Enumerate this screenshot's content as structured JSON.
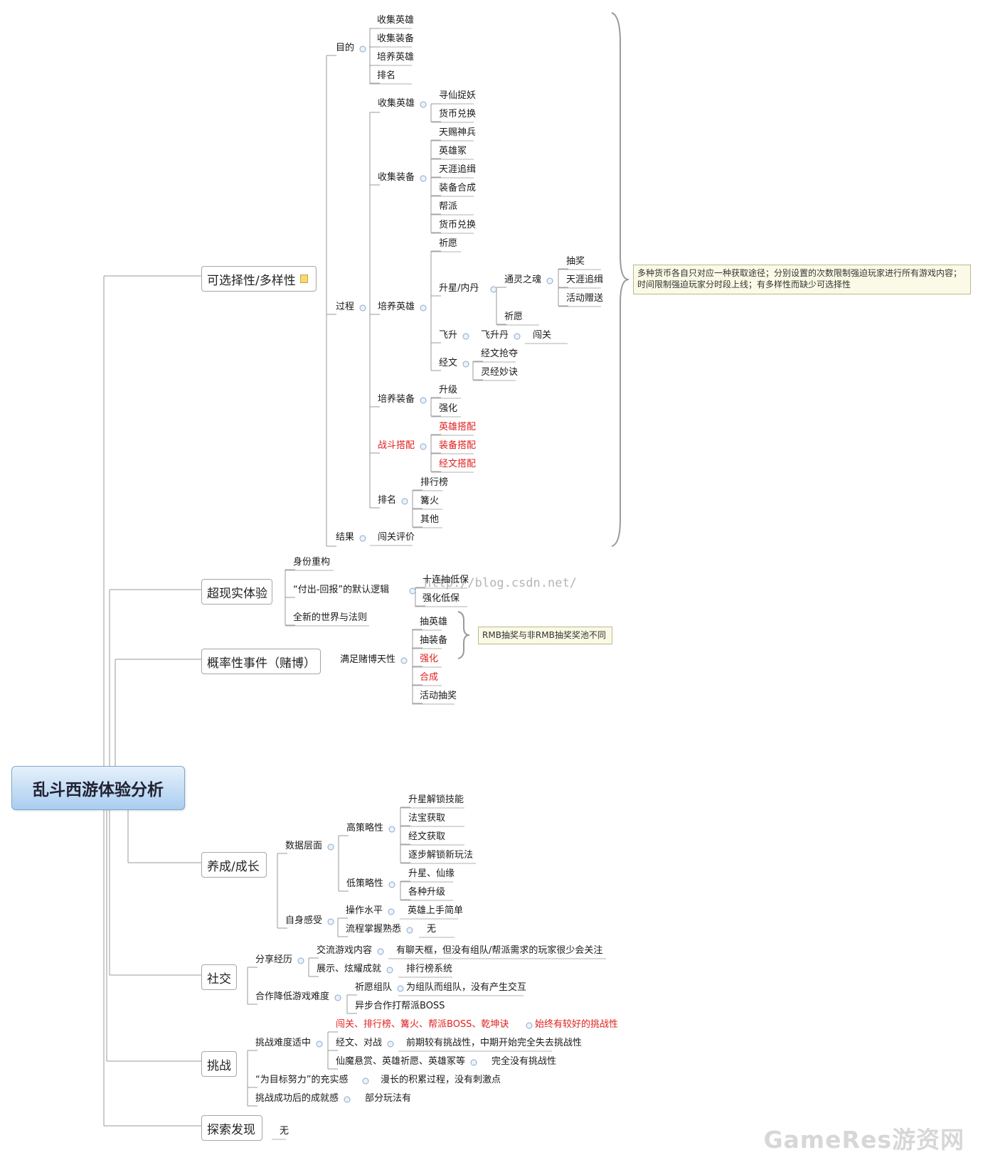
{
  "root": "乱斗西游体验分析",
  "branches": {
    "b1": "可选择性/多样性",
    "b2": "超现实体验",
    "b3": "概率性事件（赌博）",
    "b4": "养成/成长",
    "b5": "社交",
    "b6": "挑战",
    "b7": "探索发现"
  },
  "notes": {
    "currency": "多种货币各自只对应一种获取途径；分别设置的次数限制强迫玩家进行所有游戏内容；时间限制强迫玩家分时段上线；有多样性而缺少可选择性",
    "rmb": "RMB抽奖与非RMB抽奖奖池不同"
  },
  "watermark": "http://blog.csdn.net/",
  "logo": "GameRes游资网",
  "nodes": [
    "目的",
    "收集英雄",
    "收集装备",
    "培养英雄",
    "排名",
    "过程",
    "收集英雄",
    "寻仙捉妖",
    "货币兑换",
    "收集装备",
    "天赐神兵",
    "英雄冢",
    "天涯追缉",
    "装备合成",
    "帮派",
    "货币兑换",
    "培养英雄",
    "祈愿",
    "升星/内丹",
    "通灵之魂",
    "抽奖",
    "天涯追缉",
    "活动赠送",
    "祈愿",
    "飞升",
    "飞升丹",
    "闯关",
    "经文",
    "经文抢夺",
    "灵经妙诀",
    "培养装备",
    "升级",
    "强化",
    "战斗搭配",
    "英雄搭配",
    "装备搭配",
    "经文搭配",
    "排名",
    "排行榜",
    "篝火",
    "其他",
    "结果",
    "闯关评价",
    "身份重构",
    "“付出-回报”的默认逻辑",
    "十连抽低保",
    "强化低保",
    "全新的世界与法则",
    "满足赌博天性",
    "抽英雄",
    "抽装备",
    "强化",
    "合成",
    "活动抽奖",
    "数据层面",
    "高策略性",
    "升星解锁技能",
    "法宝获取",
    "经文获取",
    "逐步解锁新玩法",
    "低策略性",
    "升星、仙缘",
    "各种升级",
    "自身感受",
    "操作水平",
    "英雄上手简单",
    "流程掌握熟悉",
    "无",
    "分享经历",
    "交流游戏内容",
    "有聊天框，但没有组队/帮派需求的玩家很少会关注",
    "展示、炫耀成就",
    "排行榜系统",
    "合作降低游戏难度",
    "祈愿组队",
    "为组队而组队，没有产生交互",
    "异步合作打帮派BOSS",
    "挑战难度适中",
    "闯关、排行榜、篝火、帮派BOSS、乾坤诀",
    "始终有较好的挑战性",
    "经文、对战",
    "前期较有挑战性，中期开始完全失去挑战性",
    "仙魔悬赏、英雄祈愿、英雄冢等",
    "完全没有挑战性",
    "“为目标努力”的充实感",
    "漫长的积累过程，没有刺激点",
    "挑战成功后的成就感",
    "部分玩法有",
    "无"
  ]
}
